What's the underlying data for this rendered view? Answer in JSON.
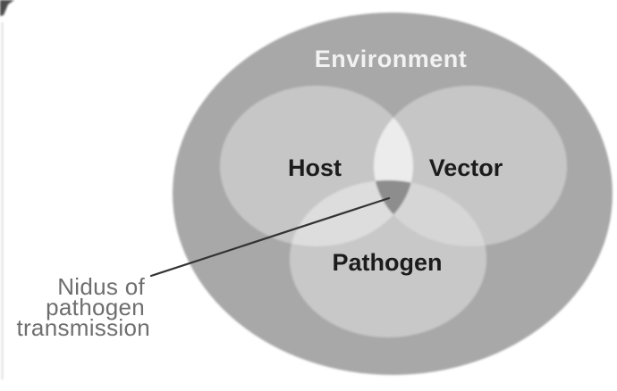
{
  "figure": {
    "environment_label": "Environment",
    "host_label": "Host",
    "vector_label": "Vector",
    "pathogen_label": "Pathogen",
    "nidus_annotation_lines": [
      "Nidus of",
      "pathogen",
      "transmission"
    ]
  },
  "colors": {
    "background": "#ffffff",
    "environment": "#a8a8a8",
    "host_circle": "#c6c6c6",
    "vector_circle": "#c6c6c6",
    "pathogen_circle": "#c8c8c8",
    "host_vector_overlap": "#ececec",
    "host_pathogen_overlap": "#dddddd",
    "vector_pathogen_overlap": "#d6d6d6",
    "nidus_region": "#8d8d8d",
    "environment_label_text": "#f2f2f2",
    "circle_label_text": "#1c1c1c",
    "annotation_text": "#6e6e6e",
    "pointer_line": "#333333",
    "corner_artifact": "#4d4d4d",
    "edge_artifact": "#dedede"
  }
}
